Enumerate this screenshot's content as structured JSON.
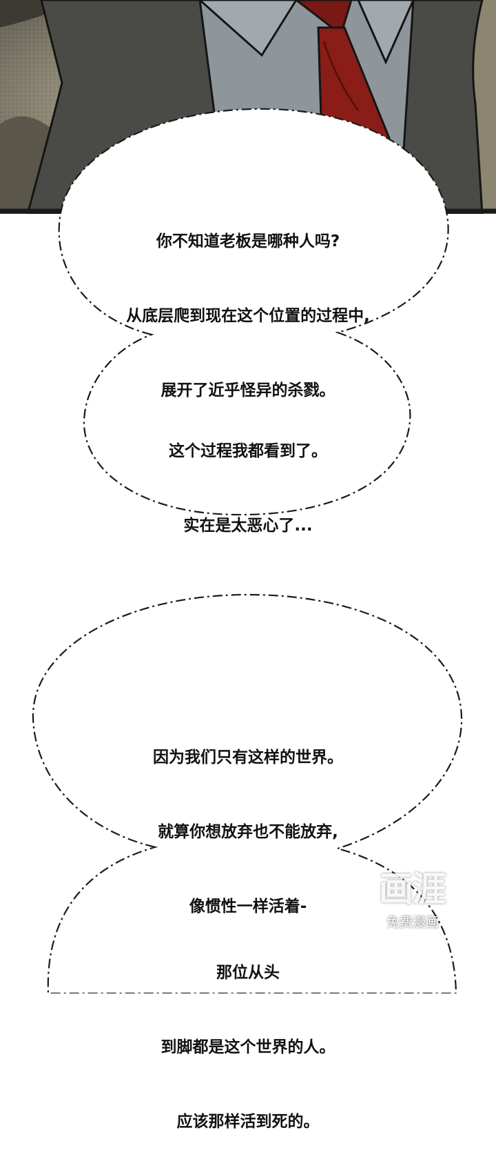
{
  "bubbles": [
    {
      "lines": [
        "你不知道老板是哪种人吗?",
        "从底层爬到现在这个位置的过程中,",
        "展开了近乎怪异的杀戮。"
      ]
    },
    {
      "lines": [
        "这个过程我都看到了。",
        "实在是太恶心了..."
      ]
    },
    {
      "lines": [
        "因为我们只有这样的世界。",
        "就算你想放弃也不能放弃,",
        "像惯性一样活着-"
      ]
    },
    {
      "lines": [
        "那位从头",
        "到脚都是这个世界的人。",
        "应该那样活到死的。"
      ]
    }
  ],
  "watermark": {
    "logo": "画涯",
    "subtitle": "免费漫画"
  },
  "colors": {
    "tie": "#8a1d17",
    "shirt": "#8e969c",
    "jacket": "#4a4a46",
    "panel_border": "#1a1a1a"
  }
}
